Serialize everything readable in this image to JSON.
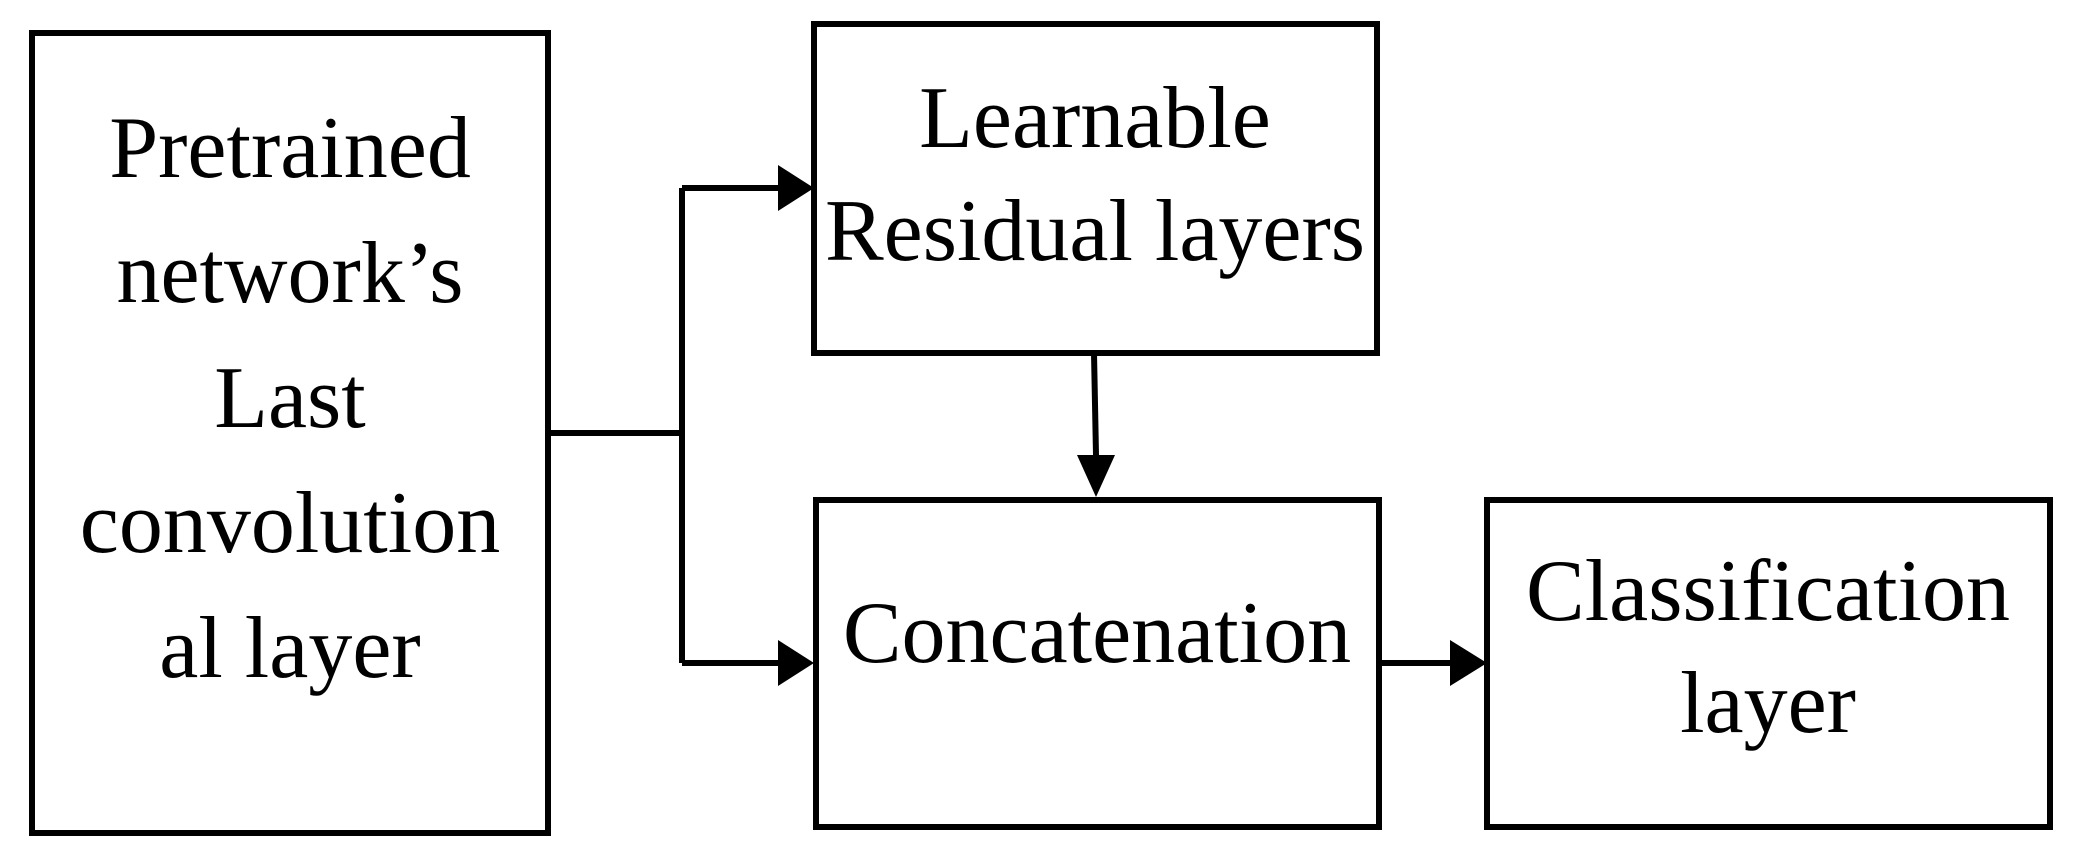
{
  "nodes": {
    "pretrained": {
      "lines": [
        "Pretrained",
        "network’s",
        "Last",
        "convolution",
        "al layer"
      ]
    },
    "learnable": {
      "lines": [
        "Learnable",
        "Residual layers"
      ]
    },
    "concatenation": {
      "lines": [
        "Concatenation"
      ]
    },
    "classification": {
      "lines": [
        "Classification",
        "layer"
      ]
    }
  },
  "edges": [
    {
      "from": "pretrained",
      "to": "learnable"
    },
    {
      "from": "pretrained",
      "to": "concatenation"
    },
    {
      "from": "learnable",
      "to": "concatenation"
    },
    {
      "from": "concatenation",
      "to": "classification"
    }
  ]
}
